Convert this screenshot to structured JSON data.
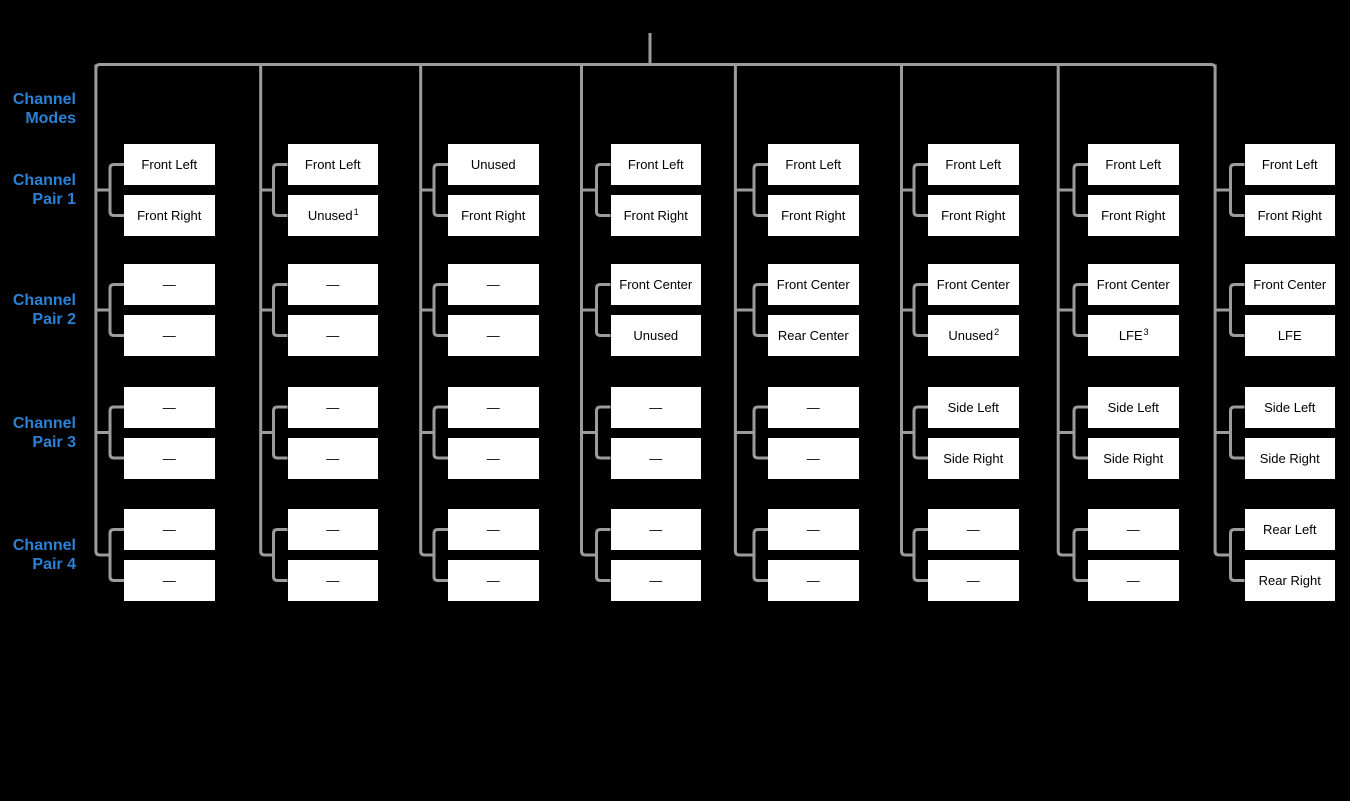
{
  "colors": {
    "background": "#000000",
    "line": "#9C9C9C",
    "box_fill": "#FFFFFF",
    "box_text": "#000000",
    "label_blue": "#2B81D4"
  },
  "row_labels": [
    {
      "id": "channel-modes",
      "lines": [
        "Channel",
        "Modes"
      ]
    },
    {
      "id": "channel-pair-1",
      "lines": [
        "Channel",
        "Pair 1"
      ]
    },
    {
      "id": "channel-pair-2",
      "lines": [
        "Channel",
        "Pair 2"
      ]
    },
    {
      "id": "channel-pair-3",
      "lines": [
        "Channel",
        "Pair 3"
      ]
    },
    {
      "id": "channel-pair-4",
      "lines": [
        "Channel",
        "Pair 4"
      ]
    }
  ],
  "columns": [
    {
      "pairs": [
        {
          "cells": [
            {
              "label": "Front Left",
              "sup": ""
            },
            {
              "label": "Front Right",
              "sup": ""
            }
          ]
        },
        {
          "cells": [
            {
              "label": "—",
              "sup": ""
            },
            {
              "label": "—",
              "sup": ""
            }
          ]
        },
        {
          "cells": [
            {
              "label": "—",
              "sup": ""
            },
            {
              "label": "—",
              "sup": ""
            }
          ]
        },
        {
          "cells": [
            {
              "label": "—",
              "sup": ""
            },
            {
              "label": "—",
              "sup": ""
            }
          ]
        }
      ]
    },
    {
      "pairs": [
        {
          "cells": [
            {
              "label": "Front Left",
              "sup": ""
            },
            {
              "label": "Unused",
              "sup": "1"
            }
          ]
        },
        {
          "cells": [
            {
              "label": "—",
              "sup": ""
            },
            {
              "label": "—",
              "sup": ""
            }
          ]
        },
        {
          "cells": [
            {
              "label": "—",
              "sup": ""
            },
            {
              "label": "—",
              "sup": ""
            }
          ]
        },
        {
          "cells": [
            {
              "label": "—",
              "sup": ""
            },
            {
              "label": "—",
              "sup": ""
            }
          ]
        }
      ]
    },
    {
      "pairs": [
        {
          "cells": [
            {
              "label": "Unused",
              "sup": ""
            },
            {
              "label": "Front Right",
              "sup": ""
            }
          ]
        },
        {
          "cells": [
            {
              "label": "—",
              "sup": ""
            },
            {
              "label": "—",
              "sup": ""
            }
          ]
        },
        {
          "cells": [
            {
              "label": "—",
              "sup": ""
            },
            {
              "label": "—",
              "sup": ""
            }
          ]
        },
        {
          "cells": [
            {
              "label": "—",
              "sup": ""
            },
            {
              "label": "—",
              "sup": ""
            }
          ]
        }
      ]
    },
    {
      "pairs": [
        {
          "cells": [
            {
              "label": "Front Left",
              "sup": ""
            },
            {
              "label": "Front Right",
              "sup": ""
            }
          ]
        },
        {
          "cells": [
            {
              "label": "Front Center",
              "sup": ""
            },
            {
              "label": "Unused",
              "sup": ""
            }
          ]
        },
        {
          "cells": [
            {
              "label": "—",
              "sup": ""
            },
            {
              "label": "—",
              "sup": ""
            }
          ]
        },
        {
          "cells": [
            {
              "label": "—",
              "sup": ""
            },
            {
              "label": "—",
              "sup": ""
            }
          ]
        }
      ]
    },
    {
      "pairs": [
        {
          "cells": [
            {
              "label": "Front Left",
              "sup": ""
            },
            {
              "label": "Front Right",
              "sup": ""
            }
          ]
        },
        {
          "cells": [
            {
              "label": "Front Center",
              "sup": ""
            },
            {
              "label": "Rear Center",
              "sup": ""
            }
          ]
        },
        {
          "cells": [
            {
              "label": "—",
              "sup": ""
            },
            {
              "label": "—",
              "sup": ""
            }
          ]
        },
        {
          "cells": [
            {
              "label": "—",
              "sup": ""
            },
            {
              "label": "—",
              "sup": ""
            }
          ]
        }
      ]
    },
    {
      "pairs": [
        {
          "cells": [
            {
              "label": "Front Left",
              "sup": ""
            },
            {
              "label": "Front Right",
              "sup": ""
            }
          ]
        },
        {
          "cells": [
            {
              "label": "Front Center",
              "sup": ""
            },
            {
              "label": "Unused",
              "sup": "2"
            }
          ]
        },
        {
          "cells": [
            {
              "label": "Side Left",
              "sup": ""
            },
            {
              "label": "Side Right",
              "sup": ""
            }
          ]
        },
        {
          "cells": [
            {
              "label": "—",
              "sup": ""
            },
            {
              "label": "—",
              "sup": ""
            }
          ]
        }
      ]
    },
    {
      "pairs": [
        {
          "cells": [
            {
              "label": "Front Left",
              "sup": ""
            },
            {
              "label": "Front Right",
              "sup": ""
            }
          ]
        },
        {
          "cells": [
            {
              "label": "Front Center",
              "sup": ""
            },
            {
              "label": "LFE",
              "sup": "3"
            }
          ]
        },
        {
          "cells": [
            {
              "label": "Side Left",
              "sup": ""
            },
            {
              "label": "Side Right",
              "sup": ""
            }
          ]
        },
        {
          "cells": [
            {
              "label": "—",
              "sup": ""
            },
            {
              "label": "—",
              "sup": ""
            }
          ]
        }
      ]
    },
    {
      "pairs": [
        {
          "cells": [
            {
              "label": "Front Left",
              "sup": ""
            },
            {
              "label": "Front Right",
              "sup": ""
            }
          ]
        },
        {
          "cells": [
            {
              "label": "Front Center",
              "sup": ""
            },
            {
              "label": "LFE",
              "sup": ""
            }
          ]
        },
        {
          "cells": [
            {
              "label": "Side Left",
              "sup": ""
            },
            {
              "label": "Side Right",
              "sup": ""
            }
          ]
        },
        {
          "cells": [
            {
              "label": "Rear Left",
              "sup": ""
            },
            {
              "label": "Rear Right",
              "sup": ""
            }
          ]
        }
      ]
    }
  ]
}
